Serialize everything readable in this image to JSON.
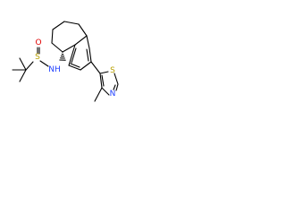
{
  "molecule": {
    "atoms": {
      "sulfur": "S",
      "oxygen": "O",
      "amine": "NH",
      "thiazole_sulfur": "S",
      "thiazole_nitrogen": "N"
    },
    "colors": {
      "bond": "#000000",
      "sulfur": "#b8a000",
      "oxygen": "#e00000",
      "nitrogen": "#2040ff"
    },
    "stereo": {
      "amine_carbon": "hashed wedge"
    }
  }
}
